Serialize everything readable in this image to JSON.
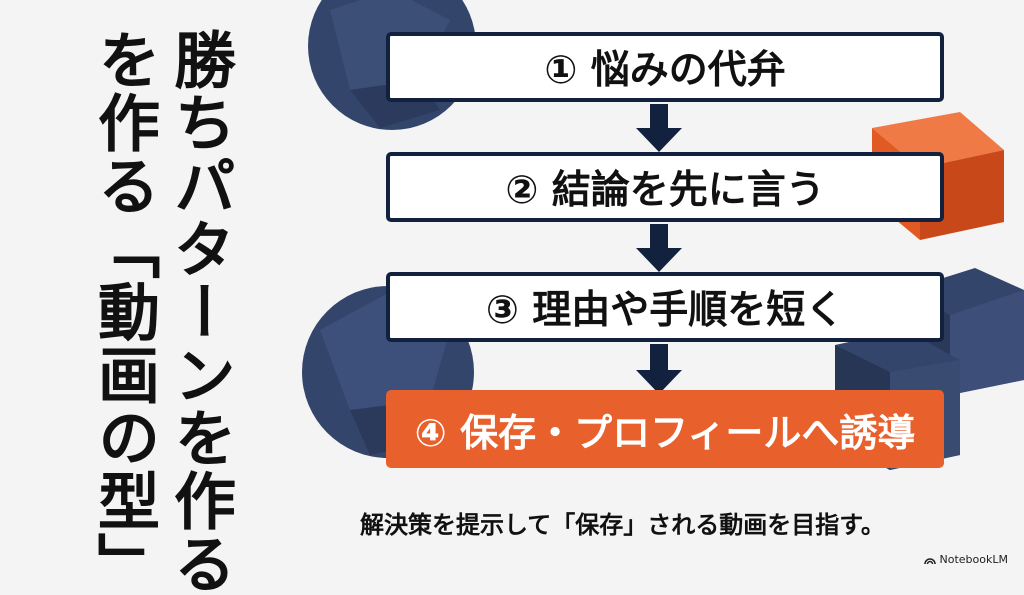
{
  "title_lines": [
    "勝ちパターンを作る",
    "を作る「動画の型」"
  ],
  "steps": [
    {
      "label": "① 悩みの代弁"
    },
    {
      "label": "② 結論を先に言う"
    },
    {
      "label": "③ 理由や手順を短く"
    },
    {
      "label": "④ 保存・プロフィールへ誘導"
    }
  ],
  "caption": "解決策を提示して「保存」される動画を目指す。",
  "brand": "NotebookLM",
  "colors": {
    "navy": "#12213d",
    "accent": "#e8602c",
    "sphere": "#34456b",
    "background": "#f4f4f4"
  }
}
